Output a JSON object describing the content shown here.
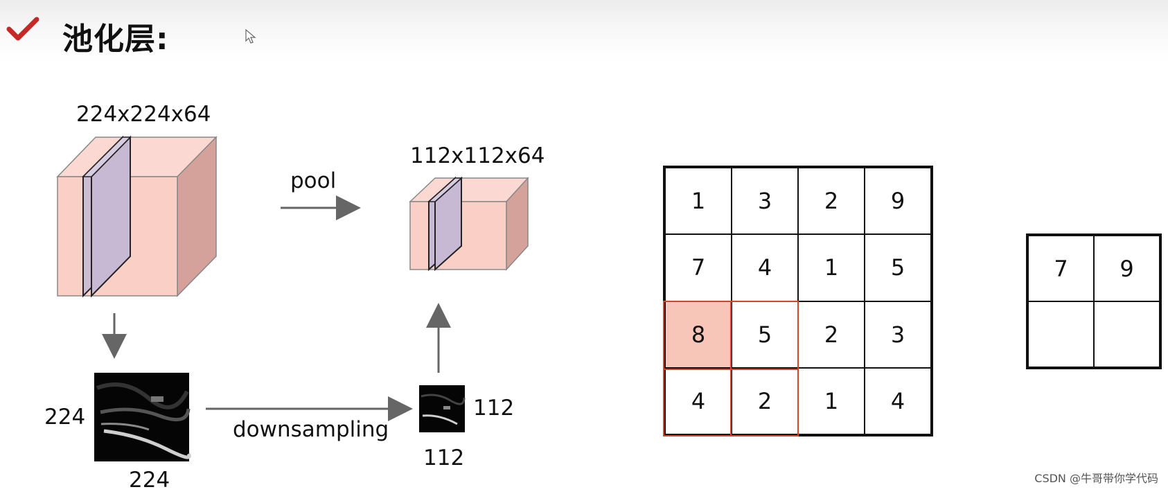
{
  "header": {
    "title": "池化层:",
    "check_icon": "checkmark-icon",
    "accent_color": "#c62828"
  },
  "diagram": {
    "input_volume_label": "224x224x64",
    "output_volume_label": "112x112x64",
    "pool_label": "pool",
    "downsampling_label": "downsampling",
    "input_map_height": "224",
    "input_map_width": "224",
    "output_map_height": "112",
    "output_map_width": "112",
    "volume_color": "#f8c9c0"
  },
  "input_matrix": [
    [
      "1",
      "3",
      "2",
      "9"
    ],
    [
      "7",
      "4",
      "1",
      "5"
    ],
    [
      "8",
      "5",
      "2",
      "3"
    ],
    [
      "4",
      "2",
      "1",
      "4"
    ]
  ],
  "highlight": {
    "rows": [
      2,
      3
    ],
    "cols": [
      0,
      1
    ],
    "color": "#d6442a",
    "fill": "#f8c6b8"
  },
  "output_matrix": [
    [
      "7",
      "9"
    ],
    [
      "",
      ""
    ]
  ],
  "watermark": "CSDN @牛哥带你学代码"
}
